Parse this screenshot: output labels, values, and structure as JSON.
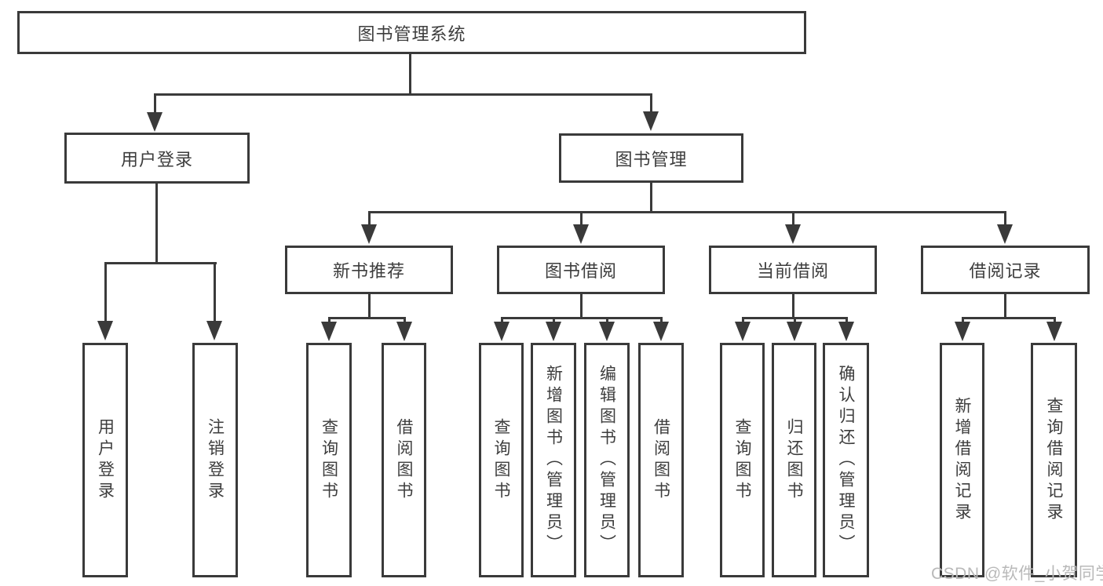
{
  "colors": {
    "line": "#3a3a3a",
    "text": "#3d3d3d",
    "bg": "#ffffff",
    "wm": "#b9b9b9"
  },
  "diagram": {
    "root": {
      "label": "图书管理系统"
    },
    "level2": [
      {
        "label": "用户登录"
      },
      {
        "label": "图书管理"
      }
    ],
    "level3": [
      {
        "label": "新书推荐"
      },
      {
        "label": "图书借阅"
      },
      {
        "label": "当前借阅"
      },
      {
        "label": "借阅记录"
      }
    ],
    "leaves": {
      "user_login": [
        {
          "label": "用户登录"
        },
        {
          "label": "注销登录"
        }
      ],
      "new_book_recommend": [
        {
          "label": "查询图书"
        },
        {
          "label": "借阅图书"
        }
      ],
      "book_borrow": [
        {
          "label": "查询图书"
        },
        {
          "label": "新增图书（管理员）"
        },
        {
          "label": "编辑图书（管理员）"
        },
        {
          "label": "借阅图书"
        }
      ],
      "current_borrow": [
        {
          "label": "查询图书"
        },
        {
          "label": "归还图书"
        },
        {
          "label": "确认归还（管理员）"
        }
      ],
      "borrow_record": [
        {
          "label": "新增借阅记录"
        },
        {
          "label": "查询借阅记录"
        }
      ]
    }
  },
  "watermark": {
    "text": "CSDN @软件_小贺同学"
  }
}
